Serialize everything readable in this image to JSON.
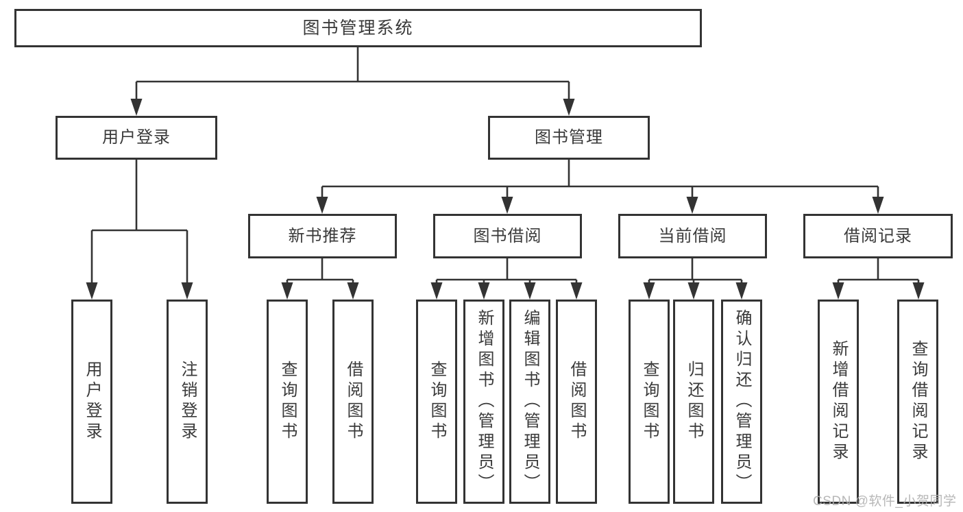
{
  "diagram": {
    "root": {
      "label": "图书管理系统",
      "children": [
        {
          "label": "用户登录",
          "children": [
            {
              "label": "用户登录"
            },
            {
              "label": "注销登录"
            }
          ]
        },
        {
          "label": "图书管理",
          "children": [
            {
              "label": "新书推荐",
              "children": [
                {
                  "label": "查询图书"
                },
                {
                  "label": "借阅图书"
                }
              ]
            },
            {
              "label": "图书借阅",
              "children": [
                {
                  "label": "查询图书"
                },
                {
                  "label": "新增图书（管理员）"
                },
                {
                  "label": "编辑图书（管理员）"
                },
                {
                  "label": "借阅图书"
                }
              ]
            },
            {
              "label": "当前借阅",
              "children": [
                {
                  "label": "查询图书"
                },
                {
                  "label": "归还图书"
                },
                {
                  "label": "确认归还（管理员）"
                }
              ]
            },
            {
              "label": "借阅记录",
              "children": [
                {
                  "label": "新增借阅记录"
                },
                {
                  "label": "查询借阅记录"
                }
              ]
            }
          ]
        }
      ]
    },
    "watermark": "CSDN @软件_小贺同学",
    "colors": {
      "line": "#333333",
      "text": "#3a3a3a",
      "watermark": "#b0b0b0",
      "background": "#ffffff"
    }
  }
}
